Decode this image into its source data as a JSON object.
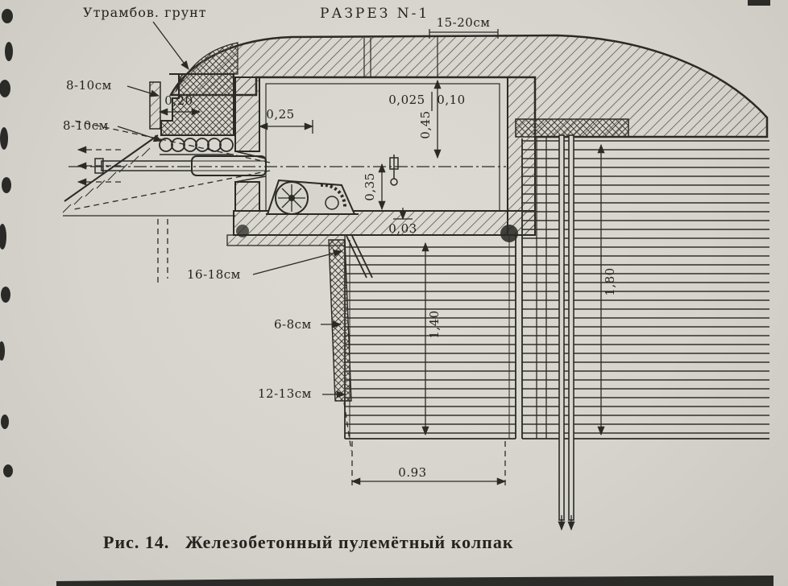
{
  "page": {
    "title": "РАЗРЕЗ N-1"
  },
  "annotations": {
    "tamped_soil": "Утрамбов. грунт"
  },
  "dimensions": {
    "roof_thickness": "15-20см",
    "plank_top": "8-10см",
    "plank_bottom": "8-10см",
    "d020": "0,20",
    "d025": "0,25",
    "d0025": "0,025",
    "d010": "0,10",
    "d045": "0,45",
    "d035": "0,35",
    "d003": "0,03",
    "floor_planks": "16-18см",
    "d180": "1,80",
    "pit_planks": "6-8см",
    "d140": "1,40",
    "bottom_planks": "12-13см",
    "d093": "0.93"
  },
  "caption": {
    "figure_no": "Рис. 14.",
    "text": "Железобетонный пулемётный колпак"
  }
}
